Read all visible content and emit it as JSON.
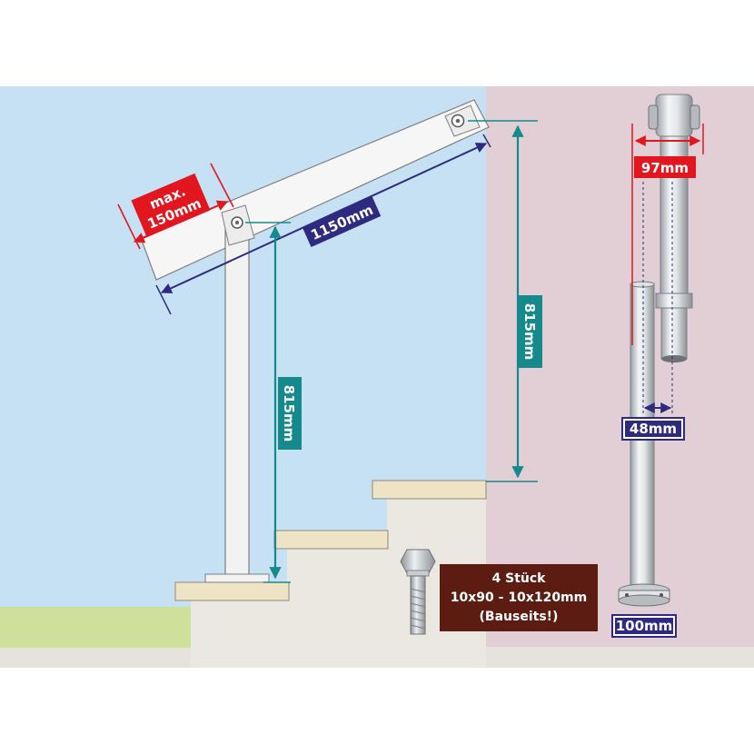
{
  "dimensions": {
    "max_overhang": {
      "line1": "max.",
      "line2": "150mm"
    },
    "rail_length": "1150mm",
    "post_height_left": "815mm",
    "post_height_right": "815mm",
    "bracket_width": "97mm",
    "tube_diameter": "48mm",
    "base_plate": "100mm"
  },
  "bolt_note": {
    "line1": "4 Stück",
    "line2": "10x90 - 10x120mm",
    "line3": "(Bauseits!)"
  },
  "colors": {
    "wall_left": "#c5e1f3",
    "wall_right": "#e2cfd6",
    "ground_green": "#cfe09a",
    "step_wood": "#eee3c5",
    "label_red": "#e2161f",
    "label_blue": "#2e2a80",
    "label_teal": "#158a8c",
    "label_brown": "#5c1c12"
  }
}
